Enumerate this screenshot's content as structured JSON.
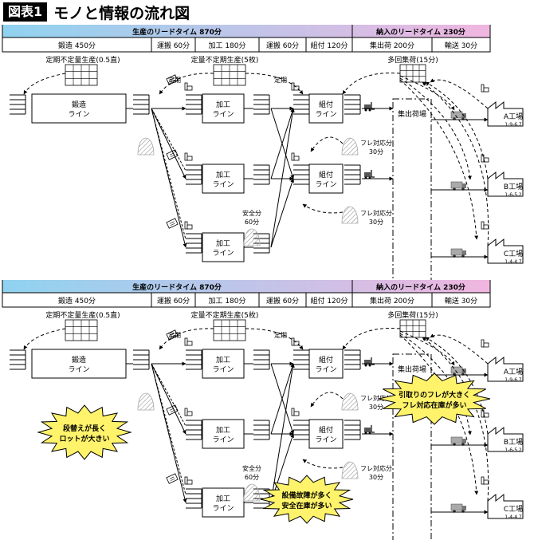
{
  "figure": {
    "badge": "図表1",
    "title": "モノと情報の流れ図"
  },
  "timeline": {
    "production_lead": "生産のリードタイム 870分",
    "delivery_lead": "納入のリードタイム 230分",
    "segments": [
      "鍛造 450分",
      "運搬 60分",
      "加工 180分",
      "運搬 60分",
      "組付 120分",
      "集出荷 200分",
      "輸送 30分"
    ]
  },
  "labels": {
    "forging_schedule": "定期不定量生産(0.5直)",
    "machining_schedule": "定量不定期生産(5枚)",
    "delivery_schedule": "多回集荷(15分)",
    "periodic": "定期",
    "forging_line": [
      "鍛造",
      "ライン"
    ],
    "machining_line": [
      "加工",
      "ライン"
    ],
    "assembly_line": [
      "組付",
      "ライン"
    ],
    "shipping_area": "集出荷場",
    "safety_stock": [
      "安全分",
      "60分"
    ],
    "fluct_stock": [
      "フレ対応分",
      "30分"
    ]
  },
  "factories": [
    {
      "name": "A工場",
      "code": "1-9-6.7"
    },
    {
      "name": "B工場",
      "code": "1-6-5.2"
    },
    {
      "name": "C工場",
      "code": "1-4-4.7"
    }
  ],
  "callouts": {
    "changeover": [
      "段替えが長く",
      "ロットが大きい"
    ],
    "pickup": [
      "引取りのフレが大きく",
      "フレ対応在庫が多い"
    ],
    "breakdown": [
      "設備故障が多く",
      "安全在庫が多い"
    ]
  },
  "colors": {
    "gradient_start": "#8fd3f0",
    "gradient_end": "#f0b6e0",
    "callout_fill": "#fff36b"
  }
}
